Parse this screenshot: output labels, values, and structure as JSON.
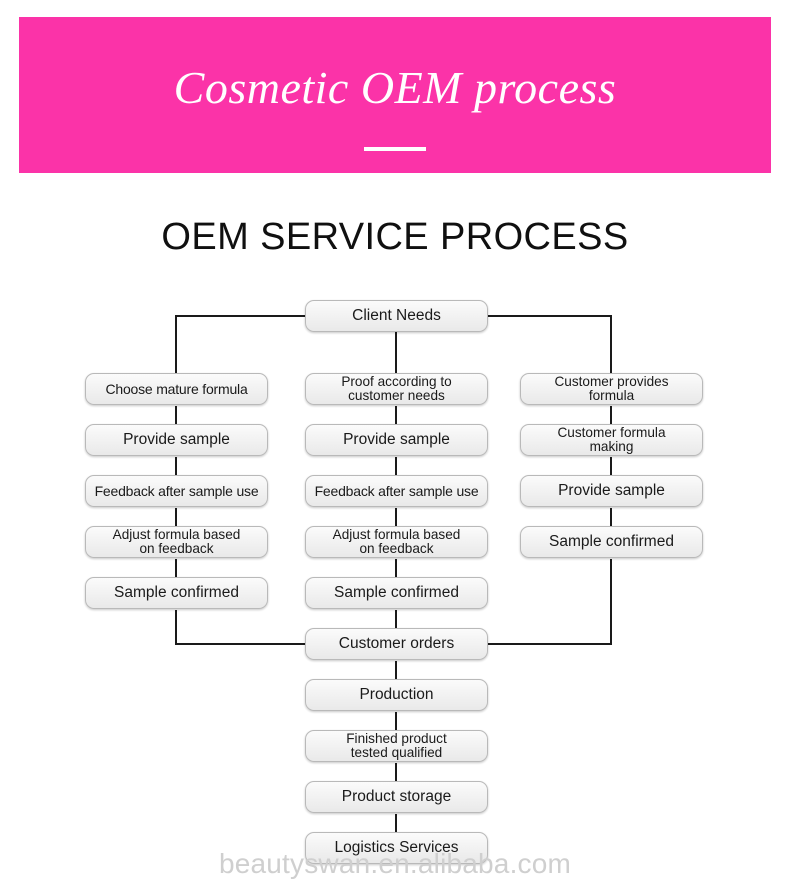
{
  "banner": {
    "title": "Cosmetic OEM process",
    "background_color": "#fb33a8",
    "text_color": "#ffffff",
    "divider": "divider-rule"
  },
  "section": {
    "title": "OEM SERVICE PROCESS"
  },
  "flowchart": {
    "root": {
      "label": "Client Needs"
    },
    "columns": [
      {
        "name": "left-branch",
        "steps": [
          {
            "label": "Choose mature formula",
            "lines": 1
          },
          {
            "label": "Provide sample",
            "lines": 1
          },
          {
            "label": "Feedback after sample use",
            "lines": 1
          },
          {
            "label": "Adjust formula based\non feedback",
            "lines": 2
          },
          {
            "label": "Sample confirmed",
            "lines": 1
          }
        ]
      },
      {
        "name": "middle-branch",
        "steps": [
          {
            "label": "Proof according to\ncustomer needs",
            "lines": 2
          },
          {
            "label": "Provide sample",
            "lines": 1
          },
          {
            "label": "Feedback after sample use",
            "lines": 1
          },
          {
            "label": "Adjust formula based\non feedback",
            "lines": 2
          },
          {
            "label": "Sample confirmed",
            "lines": 1
          }
        ]
      },
      {
        "name": "right-branch",
        "steps": [
          {
            "label": "Customer provides\nformula",
            "lines": 2
          },
          {
            "label": "Customer formula\nmaking",
            "lines": 2
          },
          {
            "label": "Provide sample",
            "lines": 1
          },
          {
            "label": "Sample confirmed",
            "lines": 1
          }
        ]
      }
    ],
    "merge": {
      "label": "Customer orders"
    },
    "tail": [
      {
        "label": "Production",
        "lines": 1
      },
      {
        "label": "Finished product\ntested qualified",
        "lines": 2
      },
      {
        "label": "Product storage",
        "lines": 1
      },
      {
        "label": "Logistics Services",
        "lines": 1
      }
    ],
    "line_color": "#1a1a1a",
    "node_border_color": "#b9b9b9"
  },
  "watermark": {
    "text": "beautyswan.en.alibaba.com"
  }
}
